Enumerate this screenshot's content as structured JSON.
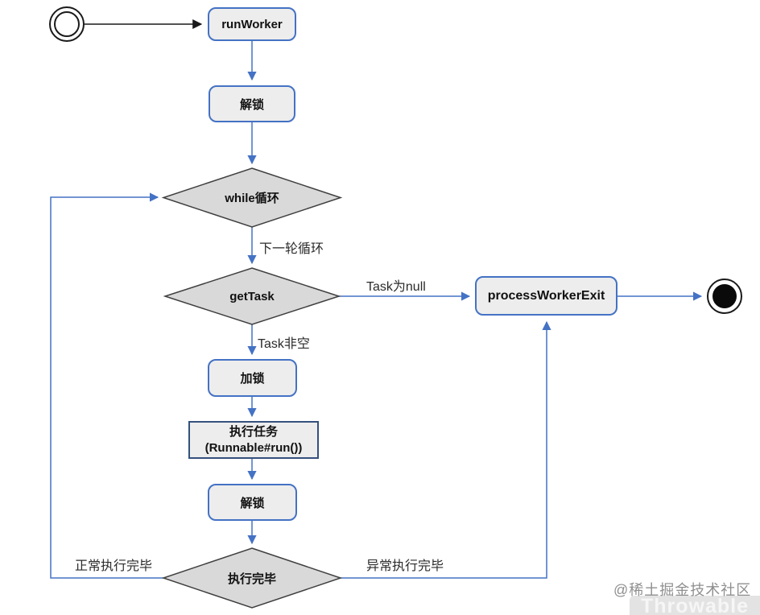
{
  "diagram": {
    "nodes": {
      "start": {
        "type": "initial-node"
      },
      "run_worker": {
        "label": "runWorker"
      },
      "unlock_top": {
        "label": "解锁"
      },
      "while_loop": {
        "label": "while循环"
      },
      "get_task": {
        "label": "getTask"
      },
      "process_worker_exit": {
        "label": "processWorkerExit"
      },
      "end": {
        "type": "final-node"
      },
      "lock": {
        "label": "加锁"
      },
      "execute_task": {
        "line1": "执行任务",
        "line2": "(Runnable#run())"
      },
      "unlock_bottom": {
        "label": "解锁"
      },
      "execution_done": {
        "label": "执行完毕"
      }
    },
    "edge_labels": {
      "next_loop": "下一轮循环",
      "task_null": "Task为null",
      "task_not_empty": "Task非空",
      "normal_finish": "正常执行完毕",
      "abnormal_finish": "异常执行完毕"
    },
    "colors": {
      "edge_blue": "#4472c4",
      "node_border_blue": "#4472c4",
      "rect_border_navy": "#35507d",
      "node_fill": "#ededed",
      "diamond_fill": "#d9d9d9",
      "diamond_border": "#3f3f3f",
      "start_end_black": "#111111"
    }
  },
  "watermark": {
    "credit": "@稀土掘金技术社区",
    "brand": "Throwable"
  }
}
